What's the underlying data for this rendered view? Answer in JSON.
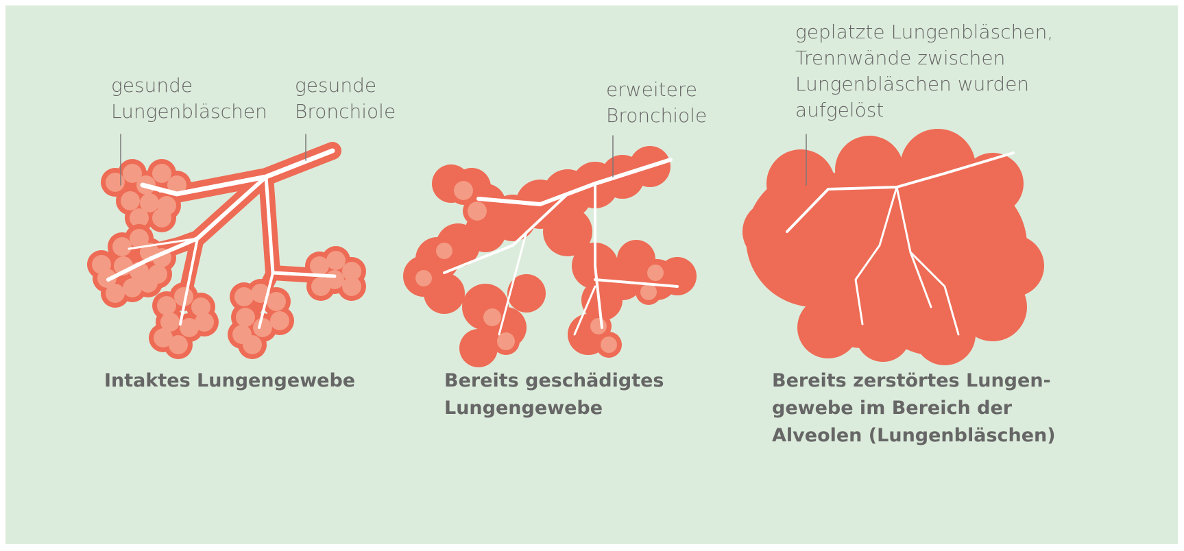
{
  "colors": {
    "background": "#dcecdc",
    "tissue": "#ee6b55",
    "alveolus_fill": "#f39b84",
    "bronchiole_line": "#ffffff",
    "text": "#666666",
    "leader": "#7a7a7a"
  },
  "panels": [
    {
      "callouts": [
        {
          "text": "gesunde\nLungenbläschen"
        },
        {
          "text": "gesunde\nBronchiole"
        }
      ],
      "caption": "Intaktes Lungengewebe"
    },
    {
      "callouts": [
        {
          "text": "erweitere\nBronchiole"
        }
      ],
      "caption": "Bereits geschädigtes\nLungengewebe"
    },
    {
      "callouts": [
        {
          "text": "geplatzte Lungenbläschen,\nTrennwände zwischen\nLungenbläschen wurden\naufgelöst"
        }
      ],
      "caption": "Bereits zerstörtes Lungen-\ngewebe im Bereich der\nAlveolen (Lungenbläschen)"
    }
  ]
}
